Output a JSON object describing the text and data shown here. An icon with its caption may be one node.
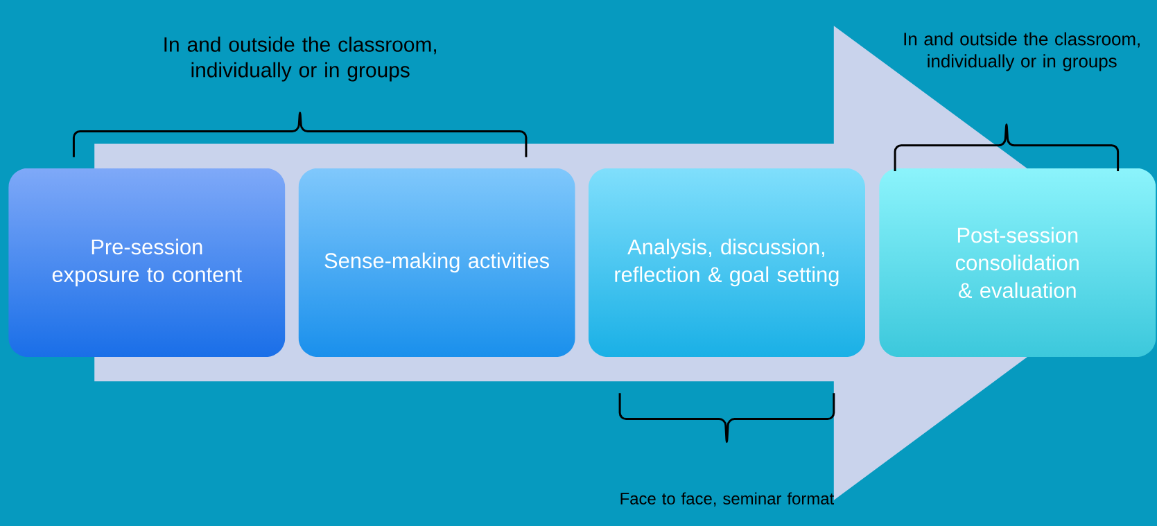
{
  "diagram": {
    "nodes": [
      {
        "text": [
          "Pre-session exposure to content"
        ]
      },
      {
        "text": [
          "Sense-making activities"
        ]
      },
      {
        "text": [
          "Analysis, discussion, reflection & goal setting"
        ]
      },
      {
        "text": [
          "Post-session consolidation & evaluation"
        ]
      }
    ],
    "labels": [
      "In and outside the classroom, individually or in groups",
      "In and outside the classroom, individually or in groups",
      "Face to face, seminar format"
    ]
  }
}
